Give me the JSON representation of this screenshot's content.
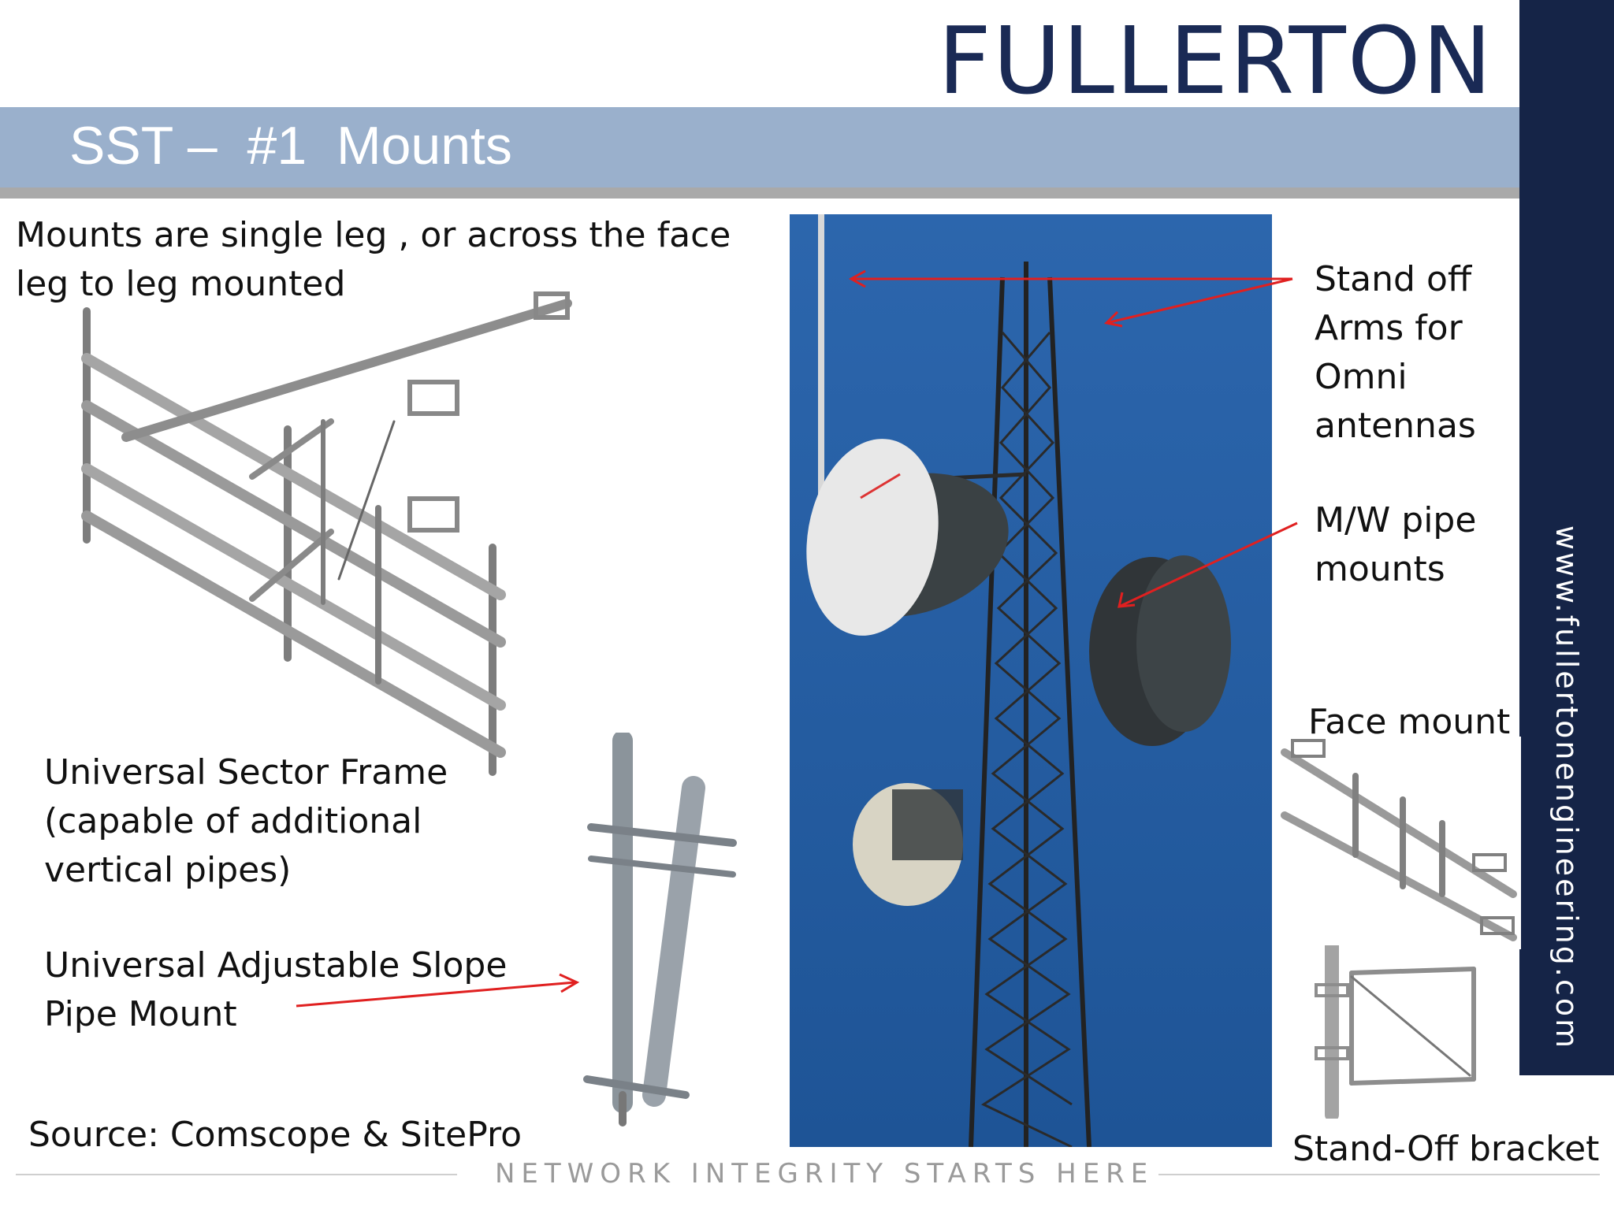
{
  "header": {
    "logo_text": "FULLERTON",
    "title": "SST –  #1  Mounts"
  },
  "sidebar": {
    "website": "www.fullertonengineering.com"
  },
  "body": {
    "intro": "Mounts are single leg , or across the face leg to leg mounted",
    "universal_sector_frame": "Universal Sector Frame (capable of additional vertical pipes)",
    "universal_adjustable_slope": "Universal Adjustable Slope Pipe Mount",
    "source": "Source: Comscope & SitePro"
  },
  "callouts": {
    "stand_off_arms": "Stand off Arms for Omni antennas",
    "mw_pipe_mounts": "M/W pipe mounts",
    "face_mount": "Face mount",
    "stand_off_bracket": "Stand-Off bracket"
  },
  "footer": {
    "tagline": "NETWORK INTEGRITY STARTS HERE"
  },
  "colors": {
    "navy": "#152447",
    "title_bar": "#9ab0cc",
    "sky": "#2a62a8",
    "arrow": "#e02020"
  }
}
